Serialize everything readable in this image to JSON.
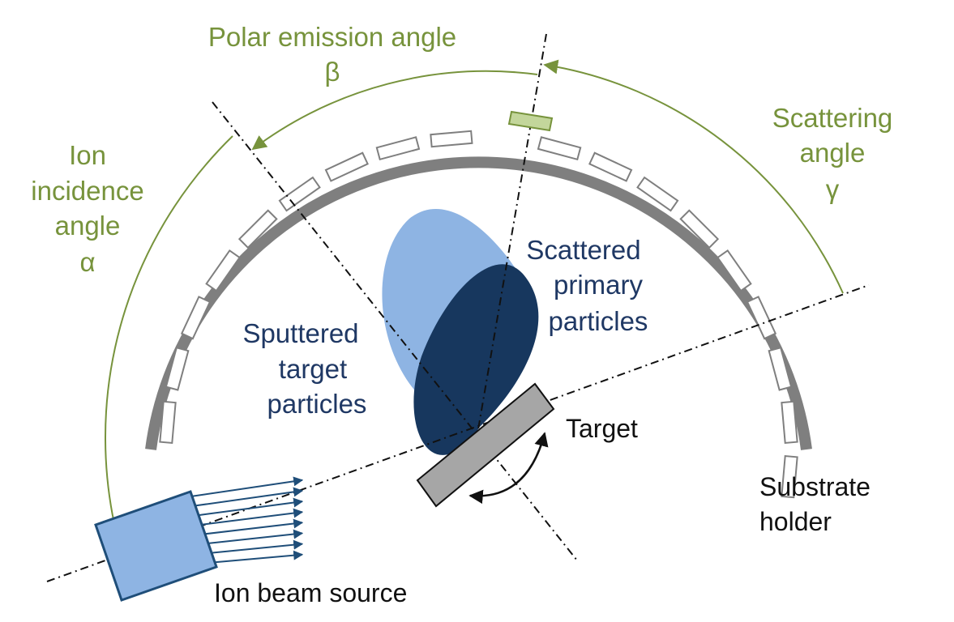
{
  "labels": {
    "polar_emission": "Polar emission angle",
    "beta": "β",
    "scattering_line1": "Scattering",
    "scattering_line2": "angle",
    "gamma": "γ",
    "ion_incidence_line1": "Ion",
    "ion_incidence_line2": "incidence",
    "ion_incidence_line3": "angle",
    "alpha": "α",
    "scattered_line1": "Scattered",
    "scattered_line2": "primary",
    "scattered_line3": "particles",
    "sputtered_line1": "Sputtered",
    "sputtered_line2": "target",
    "sputtered_line3": "particles",
    "target": "Target",
    "substrate_line1": "Substrate",
    "substrate_line2": "holder",
    "ion_beam_source": "Ion beam source"
  },
  "colors": {
    "annotation_green": "#77933c",
    "label_navy": "#1f3864",
    "sputtered_lobe": "#8eb4e3",
    "scattered_lobe": "#17375e",
    "source_fill": "#8eb4e3",
    "source_stroke": "#1f4e79",
    "holder_gray": "#7f7f7f",
    "target_gray": "#a6a6a6",
    "highlighted_substrate": "#c3d69b"
  },
  "icons": {
    "rotation": "curved-double-arrow"
  }
}
